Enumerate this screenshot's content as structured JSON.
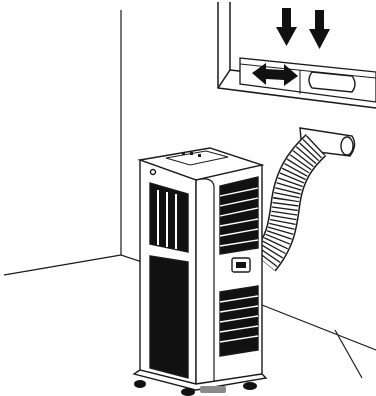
{
  "figure": {
    "subject": "portable-air-conditioner-window-installation",
    "icons": [
      "down-arrow-icon",
      "double-arrow-icon",
      "air-conditioner-unit",
      "exhaust-hose",
      "window-slider-kit"
    ],
    "colors": {
      "line": "#1a1a1a",
      "fill": "#ffffff",
      "dark": "#111111",
      "mid": "#8a8a8a"
    }
  }
}
